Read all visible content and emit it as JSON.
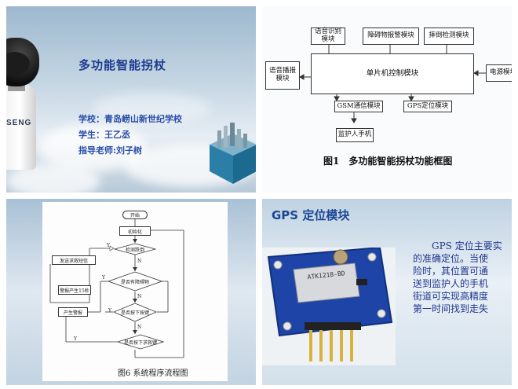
{
  "slide1": {
    "title": "多功能智能拐杖",
    "school": "学校：青岛崂山新世纪学校",
    "student": "学生：王乙丞",
    "teacher": "指导老师:刘子树",
    "robot_logo": "SENG"
  },
  "slide2": {
    "modules": {
      "voice_recognition": "语音识别模块",
      "obstacle_alarm": "障碍物报警模块",
      "fall_detection": "摔倒检测模块",
      "voice_broadcast": "语音播报模块",
      "mcu_control": "单片机控制模块",
      "power": "电源模块",
      "gsm": "GSM通信模块",
      "gps": "GPS定位模块",
      "guardian_phone": "监护人手机"
    },
    "caption": "图1　多功能智能拐杖功能框图"
  },
  "slide3": {
    "nodes": {
      "start": "开始",
      "init": "初始化",
      "detect_fall": "检测跌倒",
      "has_obstacle": "是否有障碍物",
      "pressed_button": "是否按下按键",
      "pressed_rescue": "是否按下求救键",
      "send_rescue": "发送求救短信",
      "alarm_15s": "警报产生15秒",
      "generate_alarm": "产生警报"
    },
    "labels": {
      "y1": "Y",
      "y2": "Y",
      "y3": "Y",
      "y4": "Y",
      "n1": "N",
      "n2": "N",
      "n3": "N"
    },
    "caption": "图6  系统程序流程图"
  },
  "slide4": {
    "title": "GPS 定位模块",
    "module_label": "ATK1218-BD",
    "text_lines": [
      "GPS 定位主要实",
      "的准确定位。当使",
      "险时，其位置可通",
      "送到监护人的手机",
      "街道可实现高精度",
      "第一时间找到走失"
    ]
  }
}
